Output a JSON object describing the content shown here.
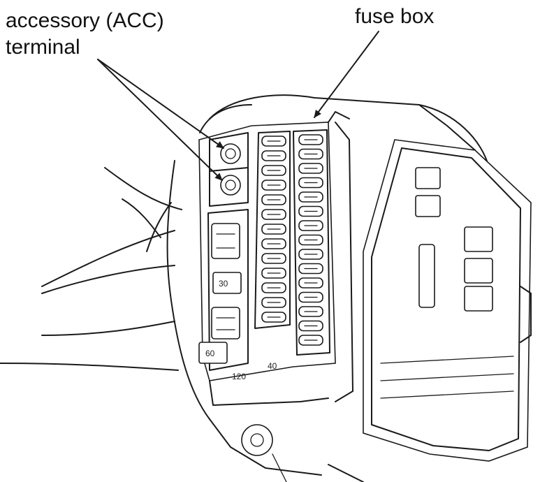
{
  "labels": {
    "acc_terminal_line1": "accessory (ACC)",
    "acc_terminal_line2": "terminal",
    "fuse_box": "fuse box",
    "fuse_60": "60",
    "fuse_40": "40",
    "fuse_120": "120",
    "fuse_30": "30"
  }
}
